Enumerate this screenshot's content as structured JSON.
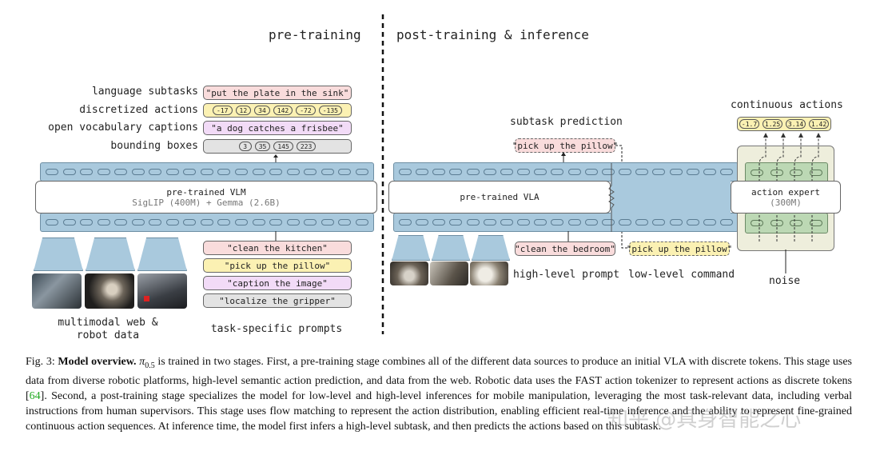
{
  "sections": {
    "pretraining": "pre-training",
    "posttraining": "post-training & inference"
  },
  "pretrain": {
    "rows": [
      {
        "label": "language subtasks",
        "pill": "\"put the plate in the sink\""
      },
      {
        "label": "discretized actions",
        "tokens": [
          "-17",
          "12",
          "34",
          "142",
          "-72",
          "-135"
        ]
      },
      {
        "label": "open vocabulary captions",
        "pill": "\"a dog catches a frisbee\""
      },
      {
        "label": "bounding boxes",
        "tokens": [
          "3",
          "35",
          "145",
          "223"
        ]
      }
    ],
    "model_title": "pre-trained VLM",
    "model_sub": "SigLIP (400M) + Gemma (2.6B)",
    "prompts": [
      "\"clean the kitchen\"",
      "\"pick up the pillow\"",
      "\"caption the image\"",
      "\"localize the gripper\""
    ],
    "data_label_1": "multimodal web &",
    "data_label_2": "robot data",
    "prompts_label": "task-specific prompts"
  },
  "post": {
    "subtask_label": "subtask prediction",
    "subtask_pill": "\"pick up the pillow\"",
    "model_title": "pre-trained VLA",
    "high_prompt_pill": "\"clean the bedroom\"",
    "high_prompt_label": "high-level prompt",
    "low_cmd_pill": "\"pick up the pillow\"",
    "low_cmd_label": "low-level command",
    "continuous_label": "continuous actions",
    "actions": [
      "-1.7",
      "1.25",
      "3.14",
      "1.42"
    ],
    "expert_title": "action expert",
    "expert_sub": "(300M)",
    "noise_label": "noise"
  },
  "caption": {
    "fig": "Fig. 3: ",
    "title": "Model overview.",
    "pi": "π",
    "pi_sub": "0.5",
    "p1": " is trained in two stages. First, a pre-training stage combines all of the different data sources to produce an initial VLA with discrete tokens. This stage uses data from diverse robotic platforms, high-level semantic action prediction, and data from the web. Robotic data uses the FAST action tokenizer to represent actions as discrete tokens [",
    "cite": "64",
    "p2": "]. Second, a post-training stage specializes the model for low-level and high-level inferences for mobile manipulation, leveraging the most task-relevant data, including verbal instructions from human supervisors. This stage uses flow matching to represent the action distribution, enabling efficient real-time inference and the ability to represent fine-grained continuous action sequences. At inference time, the model first infers a high-level subtask, and then predicts the actions based on this subtask."
  },
  "watermark": "知乎 @具身智能之心"
}
